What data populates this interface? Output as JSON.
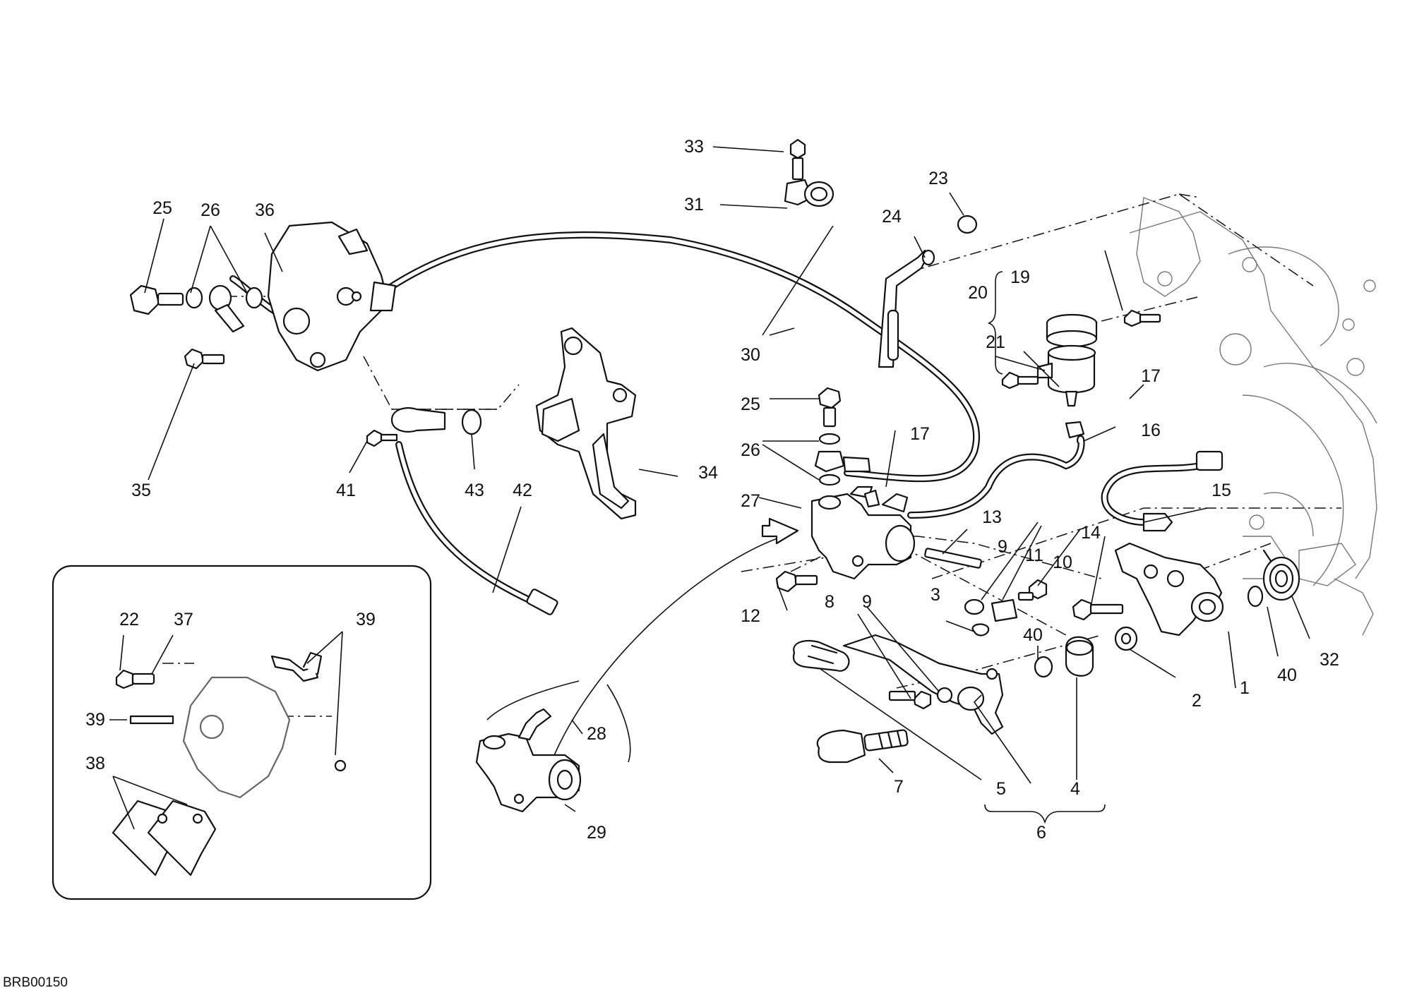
{
  "diagram": {
    "reference_code": "BRB00150",
    "part_numbers": [
      "1",
      "2",
      "3",
      "4",
      "5",
      "6",
      "7",
      "8",
      "9",
      "10",
      "11",
      "12",
      "13",
      "14",
      "15",
      "16",
      "17",
      "19",
      "20",
      "21",
      "22",
      "23",
      "24",
      "25",
      "26",
      "27",
      "28",
      "29",
      "30",
      "31",
      "32",
      "33",
      "34",
      "35",
      "36",
      "37",
      "38",
      "39",
      "40",
      "41",
      "42",
      "43"
    ]
  }
}
